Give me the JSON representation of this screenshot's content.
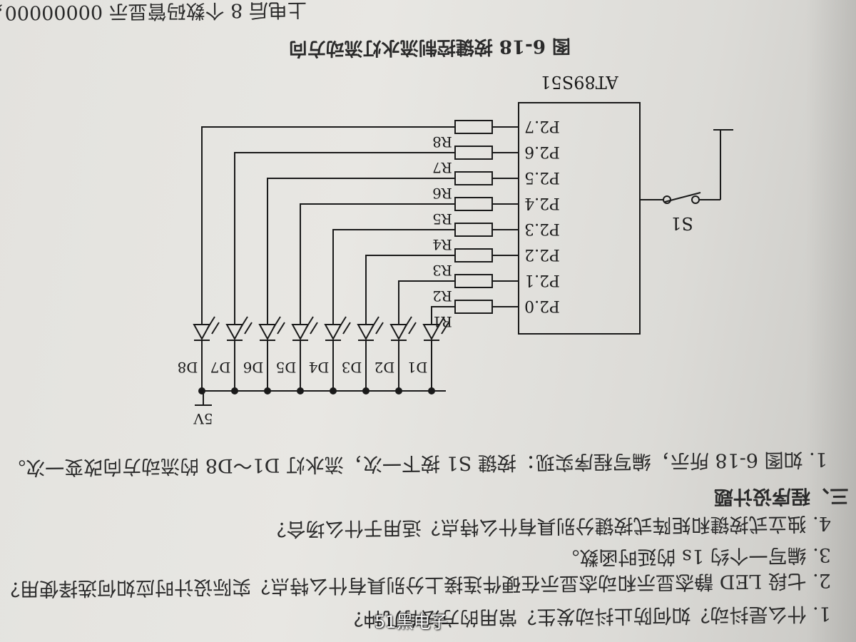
{
  "top_fragment": "上电后 8 个数码管显示 00000000，",
  "figure": {
    "caption": "图 6-18    按键控制流水灯流动方向",
    "mcu_label": "AT89S51",
    "pins": [
      "P2.0",
      "P2.1",
      "P2.2",
      "P2.3",
      "P2.4",
      "P2.5",
      "P2.6",
      "P2.7"
    ],
    "resistors": [
      "R1",
      "R2",
      "R3",
      "R4",
      "R5",
      "R6",
      "R7",
      "R8"
    ],
    "leds": [
      "D1",
      "D2",
      "D3",
      "D4",
      "D5",
      "D6",
      "D7",
      "D8"
    ],
    "switch_label": "S1",
    "supply_label": "5V"
  },
  "problem_1": "1. 如图 6-18 所示，编写程序实现：按键 S1 按下一次，流水灯 D1～D8 的流动方向改变一次。",
  "section_title": "三、程序设计题",
  "questions": [
    "1. 什么是抖动？如何防止抖动发生？常用的方法有几种？",
    "2. 七段 LED 静态显示和动态显示在硬件连接上分别具有什么特点？实际设计时应如何选择使用？",
    "3. 编写一个约 1s 的延时函数。",
    "4. 独立式按键和矩阵式按键分别具有什么特点？适用于什么场合？"
  ],
  "watermark": "51黑电子"
}
